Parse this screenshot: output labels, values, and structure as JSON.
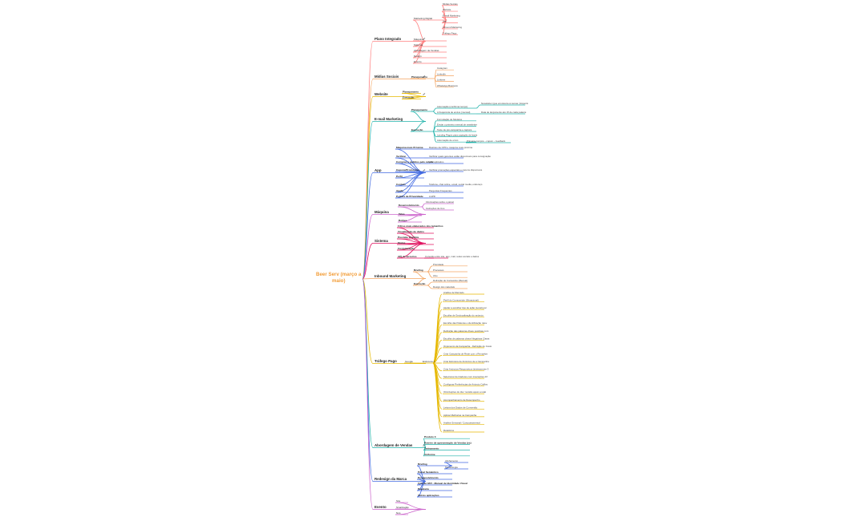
{
  "central": [
    "Beer Serv (março a",
    "maio)"
  ],
  "branches": [
    {
      "label": "Plano Integrado",
      "color": "#ff7f7f",
      "pencil": true,
      "children": [
        {
          "label": "Marketing Digital",
          "children": [
            {
              "label": "Mídias Sociais"
            },
            {
              "label": "Website"
            },
            {
              "label": "E-mail Marketing"
            },
            {
              "label": "App"
            },
            {
              "label": "Inbound Marketing"
            },
            {
              "label": "Tráfego Pago"
            }
          ]
        },
        {
          "label": "Máquina"
        },
        {
          "label": "Sistema"
        },
        {
          "label": "Abordagem de Vendas"
        },
        {
          "label": "Design"
        },
        {
          "label": "Evento"
        }
      ]
    },
    {
      "label": "Mídias Sociais",
      "color": "#f4a460",
      "pencil": true,
      "children": [
        {
          "label": "Planejamento",
          "bold": true,
          "children": [
            {
              "label": "Instagram"
            },
            {
              "label": "LinkedIn"
            },
            {
              "label": "Linktree"
            },
            {
              "label": "WhatsApp Business"
            }
          ]
        }
      ]
    },
    {
      "label": "Website",
      "color": "#e6b800",
      "pencil": true,
      "children": [
        {
          "label": "Planejamento",
          "bold": true
        },
        {
          "label": "Execução",
          "bold": true
        }
      ]
    },
    {
      "label": "E-mail Marketing",
      "color": "#20b2aa",
      "children": [
        {
          "label": "Planejamento",
          "bold": true,
          "children": [
            {
              "label": "Automação (confirmar tempo)",
              "children": [
                {
                  "label": "Newsletter (que envolverá os temas ( Experiência / fidelização / segurança))"
                }
              ]
            },
            {
              "label": "A frequência de envios (mensal)",
              "children": [
                {
                  "label": "Data de lançamento até 15 de cada palavra"
                }
              ]
            }
          ]
        },
        {
          "label": "Execução",
          "bold": true,
          "children": [
            {
              "label": "Formulação de Modelos"
            },
            {
              "label": "Enviar o primeiro mensal de newsletter"
            },
            {
              "label": "Teste de pré-campanha e captura"
            },
            {
              "label": "Landing Pages para captação de leads"
            },
            {
              "label": "Automação de envio",
              "children": [
                {
                  "label": "Primeira compra – cupom – feedback"
                }
              ]
            }
          ]
        }
      ]
    },
    {
      "label": "App",
      "color": "#4169e1",
      "pencil": true,
      "children": [
        {
          "label": "Máquina mais Próxima",
          "bold": true,
          "children": [
            {
              "label": "Rastreio da CPD e máquina mais próxima"
            }
          ]
        },
        {
          "label": "Verificar",
          "bold": true,
          "children": [
            {
              "label": "Verificar quais gerentes estão disponíveis para consignação"
            }
          ]
        },
        {
          "label": "Compras e pedidos pelo celular",
          "bold": true,
          "children": [
            {
              "label": "pelo aplicativo"
            }
          ]
        },
        {
          "label": "Cupons/Promoções",
          "bold": true,
          "children": [
            {
              "label": "Verificar promoções especiais e cupons disponíveis"
            }
          ]
        },
        {
          "label": "Perfil",
          "bold": true
        },
        {
          "label": "Contato",
          "bold": true,
          "children": [
            {
              "label": "Telefone, chat online, email, social media, endereço"
            }
          ]
        },
        {
          "label": "Ajuda",
          "bold": true,
          "children": [
            {
              "label": "Perguntas Frequentes"
            }
          ]
        },
        {
          "label": "Política de Privacidade",
          "bold": true,
          "children": [
            {
              "label": "LGPD"
            }
          ]
        }
      ]
    },
    {
      "label": "Máquina",
      "color": "#cc66cc",
      "children": [
        {
          "label": "Desenvolvimento",
          "bold": true,
          "children": [
            {
              "label": "Informações sobre o painel"
            },
            {
              "label": "Instruções de Uso"
            }
          ]
        },
        {
          "label": "Telas",
          "bold": true
        },
        {
          "label": "Botões",
          "bold": true
        }
      ]
    },
    {
      "label": "Sistema",
      "color": "#e0115f",
      "children": [
        {
          "label": "Filtros mais elaborados dos tamanhos",
          "bold": true
        },
        {
          "label": "Visualização de dados",
          "bold": true
        },
        {
          "label": "Previsão analítica",
          "bold": true
        },
        {
          "label": "Status",
          "bold": true
        },
        {
          "label": "Customização",
          "bold": true
        },
        {
          "label": "API de terceiros",
          "bold": true,
          "children": [
            {
              "label": "Conexão entre site, app, mail, redes sociais e dados"
            }
          ]
        }
      ]
    },
    {
      "label": "Inbound Marketing",
      "color": "#f4a460",
      "children": [
        {
          "label": "Briefing",
          "bold": true,
          "children": [
            {
              "label": "Prioridade"
            },
            {
              "label": "Processos"
            },
            {
              "label": "Alvo"
            }
          ]
        },
        {
          "label": "Execução",
          "bold": true,
          "children": [
            {
              "label": "Definição de Conteúdos (Mensal)"
            },
            {
              "label": "Design dos materiais"
            }
          ]
        }
      ]
    },
    {
      "label": "Tráfego Pago",
      "color": "#e6b800",
      "children": [
        {
          "label": "Google",
          "children": [
            {
              "label": "Estrutura 1",
              "children": [
                {
                  "label": "Análise de Mercado"
                },
                {
                  "label": "Perfil do Consumidor (Situacional)"
                },
                {
                  "label": "Ajudar a escolher tipo de ação (Local) para a Campanha"
                },
                {
                  "label": "Escolha de Geolocalização do anúncio"
                },
                {
                  "label": "Escolha das Palavras e identificação relevantes (KEYWORDS)"
                },
                {
                  "label": "Definição das palavras-chave positivas com principal de compra"
                },
                {
                  "label": "Escolha de palavras chave Negativas Claras"
                },
                {
                  "label": "Orçamento da Campanha - Definição do Custo por Clique (Marketing)"
                },
                {
                  "label": "Criar Campanha de Rede com o Remarket"
                },
                {
                  "label": "Criar Estrutura de Anúncios de a Campanha Vencedor"
                },
                {
                  "label": "Criar Anúncios Responsivos (inteiramente 3 anúncios no mínimo de 30 segundos)"
                },
                {
                  "label": "Selecionar de tiradores com inserações diferentes e seccionamentos para grupos grupo"
                },
                {
                  "label": "Configurar Preferências de Anúncio CalliouSegments"
                },
                {
                  "label": "Otimizações do dia / revisão apoio a relatório de desempenho"
                },
                {
                  "label": "Acompanhamento de Desempenho"
                },
                {
                  "label": "Leitura dos Dados de Conversão"
                },
                {
                  "label": "Aplicar Melhorias na Campanha"
                },
                {
                  "label": "Análise Semanal / Comportamental"
                },
                {
                  "label": "Relatórios"
                }
              ]
            }
          ]
        }
      ]
    },
    {
      "label": "Abordagem de Vendas",
      "color": "#20b2aa",
      "pencil": true,
      "children": [
        {
          "label": "Produto 0",
          "bold": true
        },
        {
          "label": "Roteiro de apresentação de Vendas (ex)",
          "bold": true
        },
        {
          "label": "Treinamento",
          "bold": true
        },
        {
          "label": "Uniforme",
          "bold": true
        }
      ]
    },
    {
      "label": "Redesign da Marca",
      "color": "#4169e1",
      "pencil": true,
      "children": [
        {
          "label": "Briefing",
          "bold": true,
          "children": [
            {
              "label": "Alinhamento"
            },
            {
              "label": "Metodologia"
            }
          ]
        },
        {
          "label": "Painel Semântico",
          "bold": true
        },
        {
          "label": "Desenvolvimento",
          "bold": true
        },
        {
          "label": "Criação MVI - Manual de Identidade Visual",
          "bold": true
        },
        {
          "label": "Papelaria",
          "bold": true
        },
        {
          "label": "Outras aplicações",
          "bold": true
        }
      ]
    },
    {
      "label": "Evento",
      "color": "#cc66cc",
      "children": [
        {
          "label": "Site"
        },
        {
          "label": "Sinalização"
        },
        {
          "label": "Nós"
        }
      ]
    }
  ]
}
